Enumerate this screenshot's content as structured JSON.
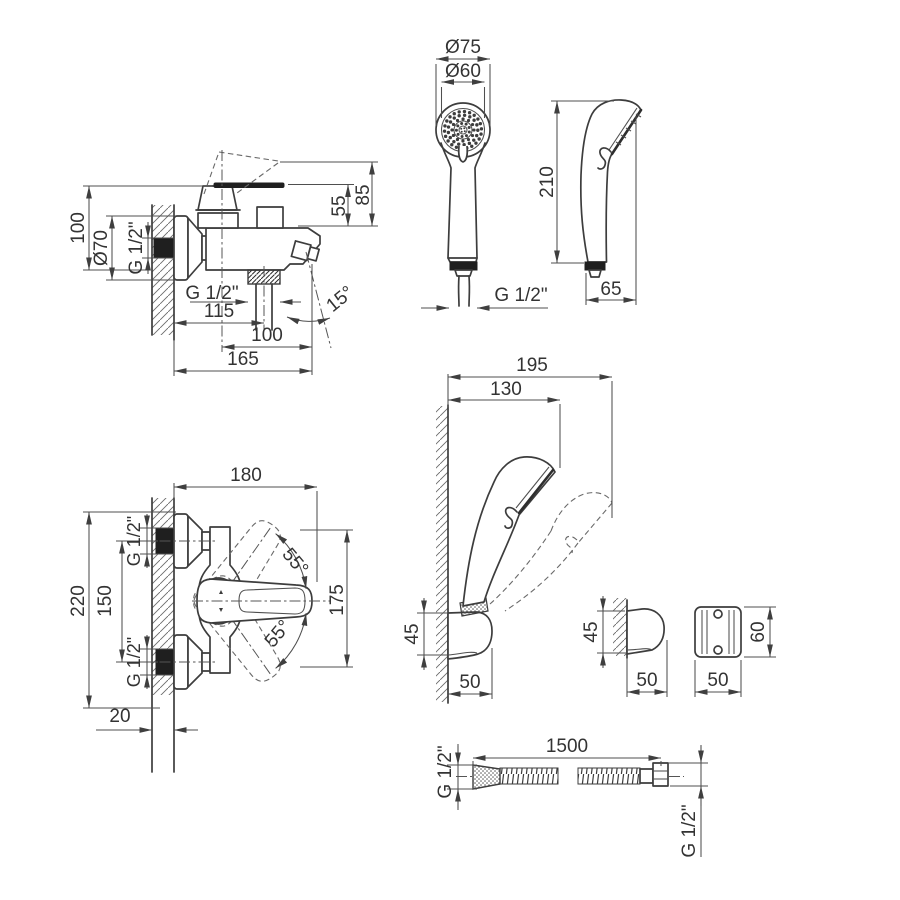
{
  "drawing": {
    "type": "technical-dimension-drawing",
    "subject": "bath-shower-mixer-set",
    "background": "#ffffff",
    "colors": {
      "line": "#3d3d3d",
      "dim_line": "#4f4f4f",
      "text": "#333333",
      "fill_dark": "#1f1f1f"
    },
    "views": {
      "mixer_side": {
        "dims": {
          "height_100": "100",
          "flange_d70": "Ø70",
          "thread_wall": "G 1/2\"",
          "handle_55": "55",
          "handle_85": "85",
          "thread_shower": "G 1/2\"",
          "wall_to_shower_115": "115",
          "axis_to_spout_100": "100",
          "wall_to_spout_165": "165",
          "spout_angle_15": "15°"
        }
      },
      "handset_front": {
        "dims": {
          "outer_d75": "Ø75",
          "face_d60": "Ø60",
          "thread_g12": "G 1/2\""
        }
      },
      "handset_side": {
        "dims": {
          "height_210": "210",
          "depth_65": "65"
        }
      },
      "holder_wall": {
        "dims": {
          "reach_195": "195",
          "reach_130": "130",
          "height_45": "45",
          "width_50": "50"
        }
      },
      "holder_side": {
        "dims": {
          "height_45": "45",
          "depth_50": "50"
        }
      },
      "holder_front": {
        "dims": {
          "height_60": "60",
          "width_50": "50"
        }
      },
      "mixer_top": {
        "dims": {
          "width_180": "180",
          "overall_220": "220",
          "centers_150": "150",
          "thread_top": "G 1/2\"",
          "thread_bottom": "G 1/2\"",
          "body_175": "175",
          "swing_top_55": "55°",
          "swing_bottom_55": "55°",
          "wall_20": "20"
        }
      },
      "hose": {
        "dims": {
          "length_1500": "1500",
          "thread_left": "G 1/2\"",
          "thread_right": "G 1/2\""
        }
      }
    }
  }
}
